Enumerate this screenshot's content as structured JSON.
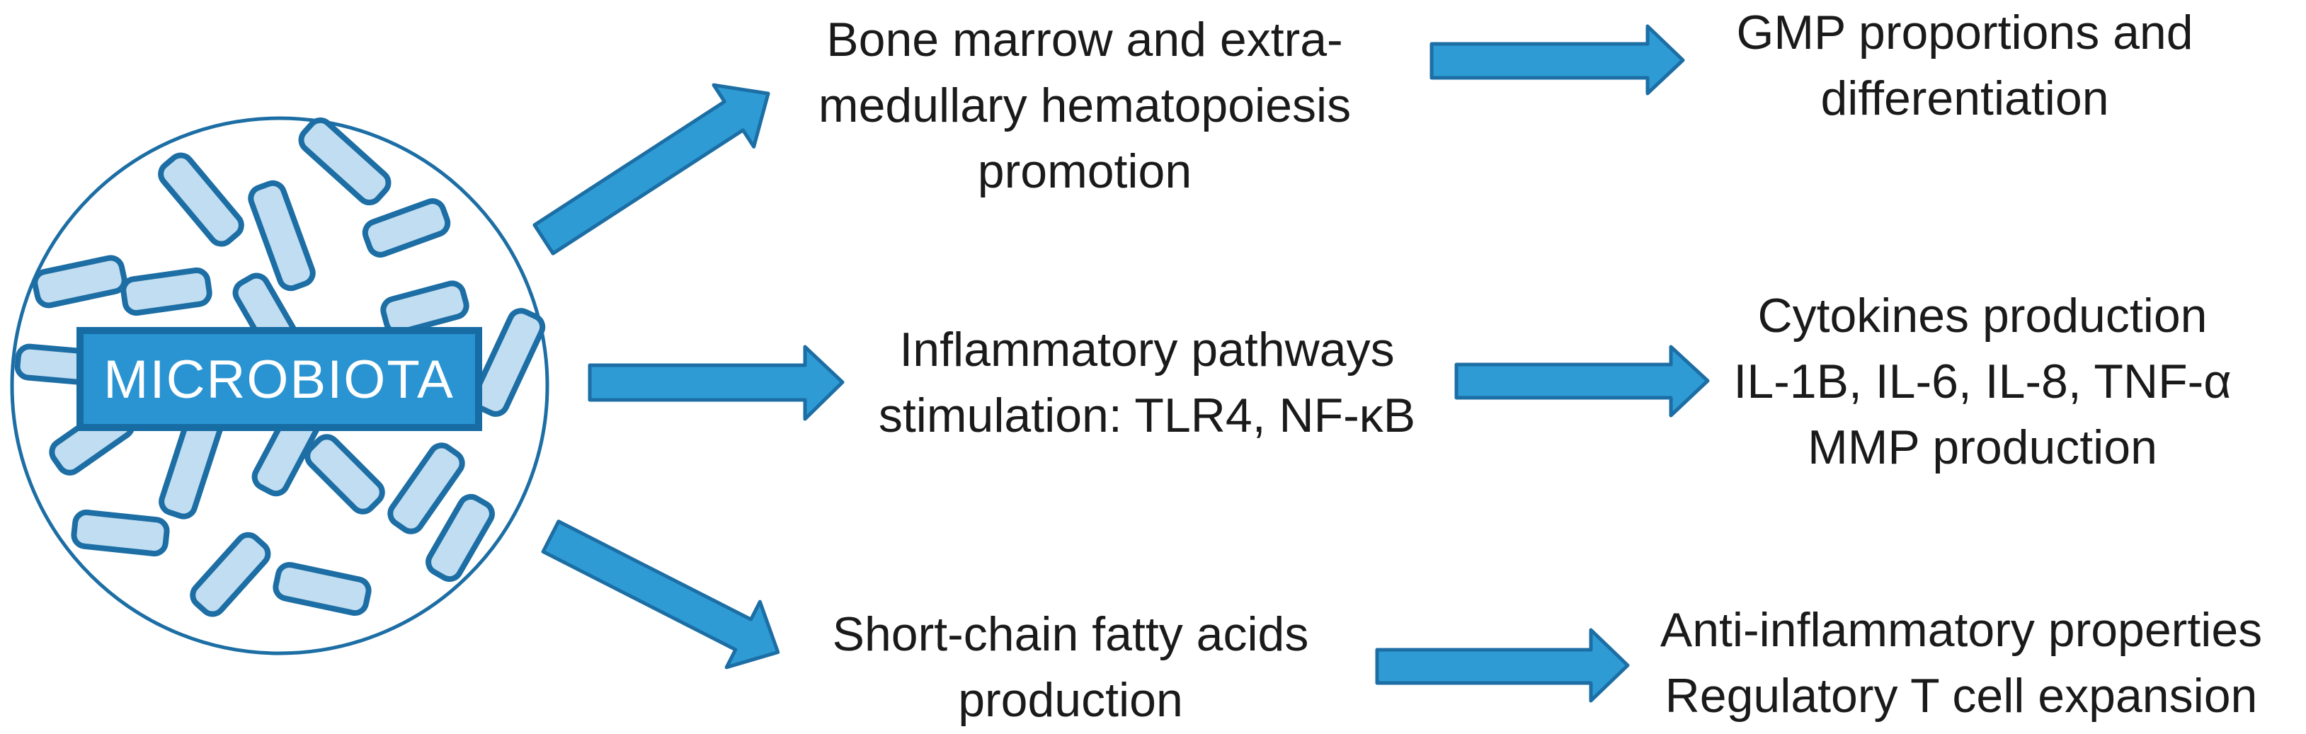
{
  "diagram": {
    "source": {
      "label": "MICROBIOTA"
    },
    "rows": [
      {
        "mechanism": {
          "lines": [
            "Bone marrow and extra-",
            "medullary hematopoiesis",
            "promotion"
          ]
        },
        "outcome": {
          "lines": [
            "GMP proportions and",
            "differentiation"
          ]
        }
      },
      {
        "mechanism": {
          "lines": [
            "Inflammatory pathways",
            "stimulation: TLR4, NF-κB"
          ]
        },
        "outcome": {
          "lines": [
            "Cytokines production",
            "IL-1B, IL-6, IL-8, TNF-α",
            "MMP production"
          ]
        }
      },
      {
        "mechanism": {
          "lines": [
            "Short-chain fatty acids",
            "production"
          ]
        },
        "outcome": {
          "lines": [
            "Anti-inflammatory properties",
            "Regulatory T cell expansion"
          ]
        }
      }
    ],
    "colors": {
      "arrow_fill": "#2E9BD5",
      "arrow_stroke": "#1C6EA4",
      "banner_fill": "#2994D1",
      "banner_stroke": "#176CA4",
      "bacteria_fill": "#C1DDF1",
      "outline": "#1C6EA4",
      "text": "#1A1A1A"
    }
  }
}
